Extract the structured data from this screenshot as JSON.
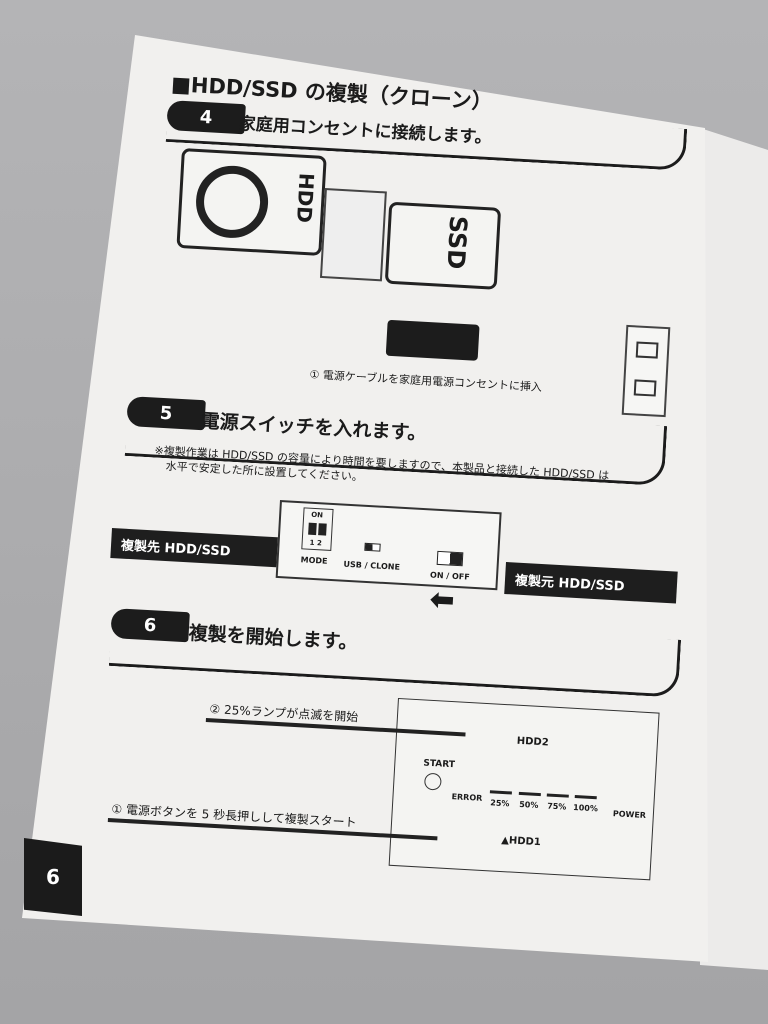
{
  "title": "■HDD/SSD の複製（クローン）",
  "steps": [
    {
      "number": "4",
      "heading": "家庭用コンセントに接続します。"
    },
    {
      "number": "5",
      "heading": "電源スイッチを入れます。"
    },
    {
      "number": "6",
      "heading": "複製を開始します。"
    }
  ],
  "step4": {
    "hdd_label": "HDD",
    "ssd_label": "SSD",
    "caption": "① 電源ケーブルを家庭用電源コンセントに挿入"
  },
  "step5": {
    "note_line1": "※複製作業は HDD/SSD の容量により時間を要しますので、本製品と接続した HDD/SSD は",
    "note_line2": "水平で安定した所に設置してください。",
    "dest_label": "複製先 HDD/SSD",
    "source_label": "複製元 HDD/SSD",
    "switch_on": "ON",
    "switch_nums": "1 2",
    "mode": "MODE",
    "usb_clone": "USB / CLONE",
    "on_off": "ON / OFF"
  },
  "step6": {
    "caption1": "① 電源ボタンを 5 秒長押しして複製スタート",
    "caption2": "② 25%ランプが点滅を開始",
    "hdd2": "HDD2",
    "hdd1": "▲HDD1",
    "start": "START",
    "error": "ERROR",
    "p25": "25%",
    "p50": "50%",
    "p75": "75%",
    "p100": "100%",
    "power": "POWER"
  },
  "page_number": "6"
}
